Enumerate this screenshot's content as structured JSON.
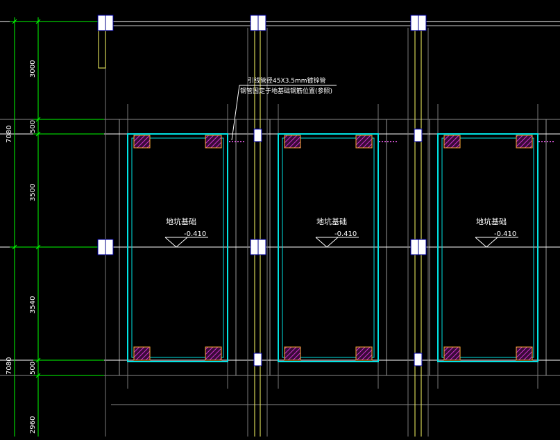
{
  "dimensions": {
    "d3000": "3000",
    "d500a": "500",
    "d3500": "3500",
    "d3540": "3540",
    "d500b": "500",
    "d2960": "2960",
    "d7080a": "7080",
    "d7080b": "7080"
  },
  "annotation": {
    "line1": "引线管径45X3.5mm镀锌管",
    "line2": "钢管固定于地基础钢筋位置(参照)"
  },
  "foundations": [
    {
      "label": "地坑基础",
      "elevation": "-0.410"
    },
    {
      "label": "地坑基础",
      "elevation": "-0.410"
    },
    {
      "label": "地坑基础",
      "elevation": "-0.410"
    }
  ],
  "colors": {
    "background": "#000000",
    "grid_line": "#ffffff",
    "dimension_line": "#00ff00",
    "pit_outline": "#00e5e5",
    "column_line": "#ffff66",
    "hatch": "#cc33cc",
    "pad_fill": "#7a1a6e",
    "pad_border": "#ffaa33",
    "pipe": "#ff66ff"
  }
}
